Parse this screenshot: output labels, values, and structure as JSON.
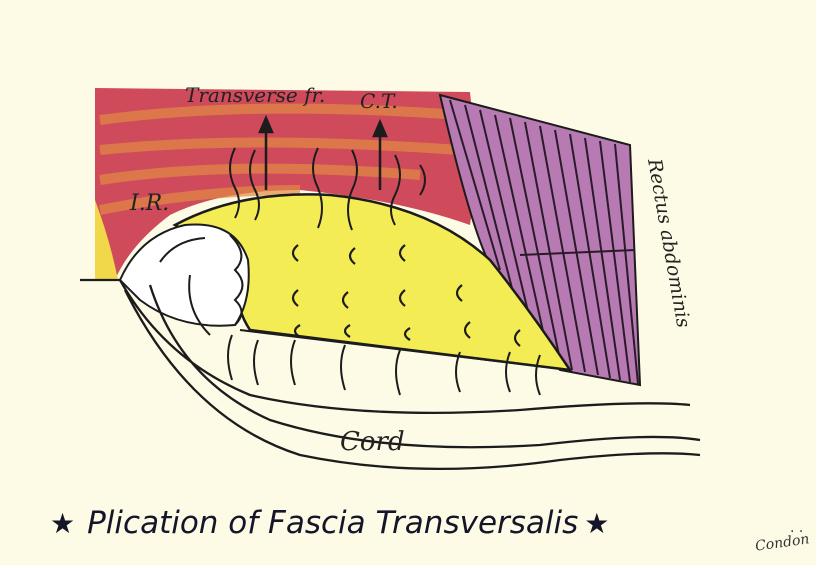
{
  "labels": {
    "transverse": "Transverse fr.",
    "ct": "C.T.",
    "ir": "I.R.",
    "rectus": "Rectus abdominis",
    "cord": "Cord"
  },
  "caption": {
    "star_left": "★",
    "text": "Plication of Fascia Transversalis",
    "star_right": "★",
    "note": "Condon"
  },
  "colors": {
    "background": "#fdfbe6",
    "muscle": "#c8446e",
    "rectus": "#b777b3",
    "fascia_yellow": "#f3ec55",
    "ink": "#1c1c1c"
  }
}
